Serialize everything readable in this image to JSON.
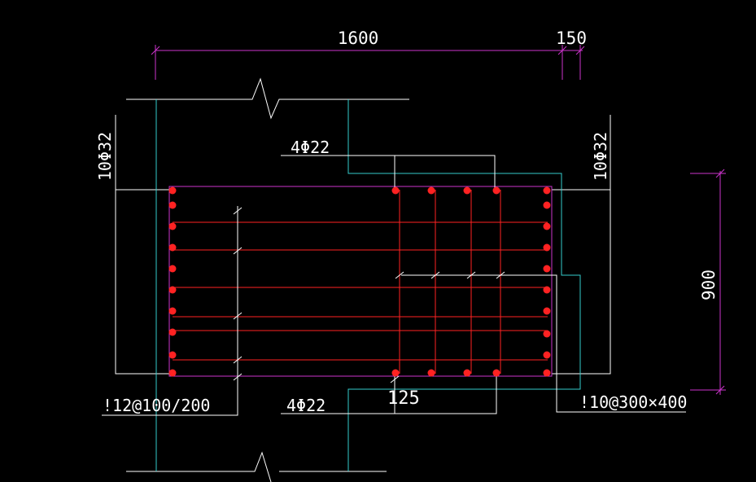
{
  "colors": {
    "background": "#000000",
    "outline": "#ffffff",
    "dimension": "#cc33cc",
    "axis": "#33cccc",
    "rebar": "#ff2222",
    "text": "#ffffff"
  },
  "dimensions": {
    "top_main": "1600",
    "top_side": "150",
    "right_height": "900"
  },
  "labels": {
    "top_rebar": "4Φ22",
    "bottom_rebar": "4Φ22",
    "left_rebar": "10Φ32",
    "right_rebar": "10Φ32",
    "stirrup_left": "!12@100/200",
    "stirrup_right": "!10@300×400",
    "offset": "125"
  }
}
